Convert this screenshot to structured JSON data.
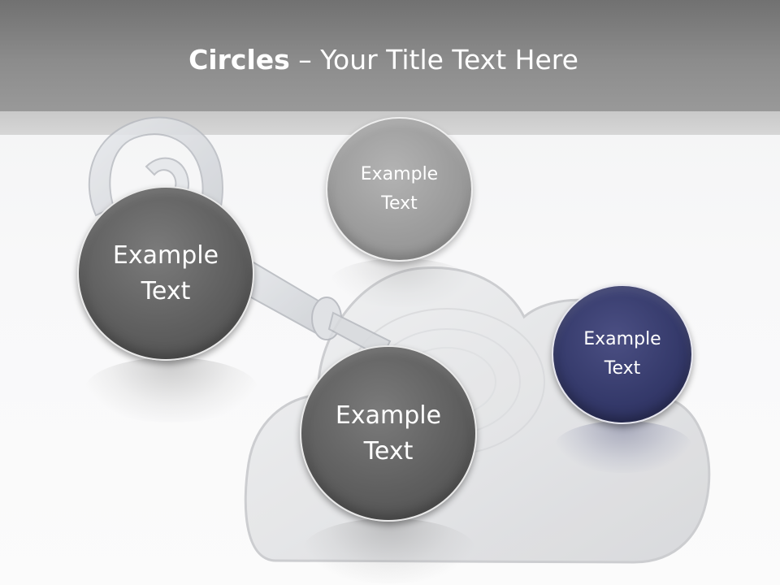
{
  "slide": {
    "title_bold": "Circles",
    "title_rest": " – Your Title Text Here"
  },
  "circles": [
    {
      "label_line1": "Example",
      "label_line2": "Text",
      "color": "#5f5f5f"
    },
    {
      "label_line1": "Example",
      "label_line2": "Text",
      "color": "#9c9c9c"
    },
    {
      "label_line1": "Example",
      "label_line2": "Text",
      "color": "#5f5f5f"
    },
    {
      "label_line1": "Example",
      "label_line2": "Text",
      "color": "#353a6b"
    }
  ],
  "colors": {
    "header": "#8c8c8c",
    "band": "#d6d6d6",
    "accent_blue": "#353a6b",
    "dark_gray": "#5f5f5f",
    "light_gray": "#9c9c9c"
  }
}
